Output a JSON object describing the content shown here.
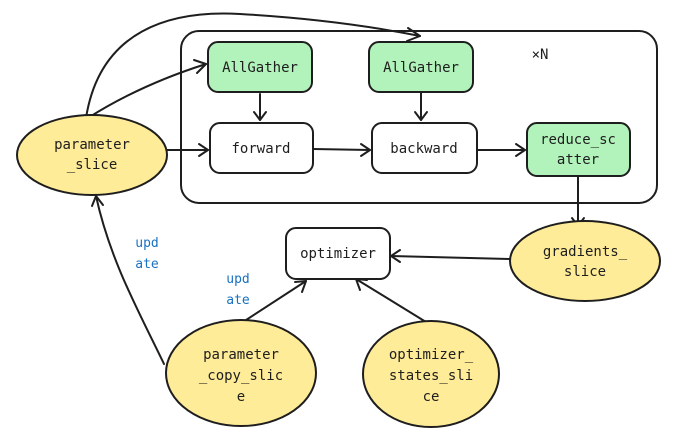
{
  "colors": {
    "green_fill": "#b2f2bb",
    "yellow_fill": "#ffec99",
    "white_fill": "#ffffff",
    "stroke": "#1e1e1e",
    "label_blue": "#1971c2"
  },
  "loop": {
    "repeat_label": "×N"
  },
  "nodes": {
    "allgather_1": [
      "AllGather"
    ],
    "allgather_2": [
      "AllGather"
    ],
    "forward": [
      "forward"
    ],
    "backward": [
      "backward"
    ],
    "reduce_scatter": [
      "reduce_sc",
      "atter"
    ],
    "parameter_slice": [
      "parameter",
      "_slice"
    ],
    "gradients_slice": [
      "gradients_",
      "slice"
    ],
    "optimizer": [
      "optimizer"
    ],
    "parameter_copy_slice": [
      "parameter",
      "_copy_slic",
      "e"
    ],
    "optimizer_states_slice": [
      "optimizer_",
      "states_sli",
      "ce"
    ]
  },
  "edge_labels": {
    "update_left": [
      "upd",
      "ate"
    ],
    "update_right": [
      "upd",
      "ate"
    ]
  }
}
